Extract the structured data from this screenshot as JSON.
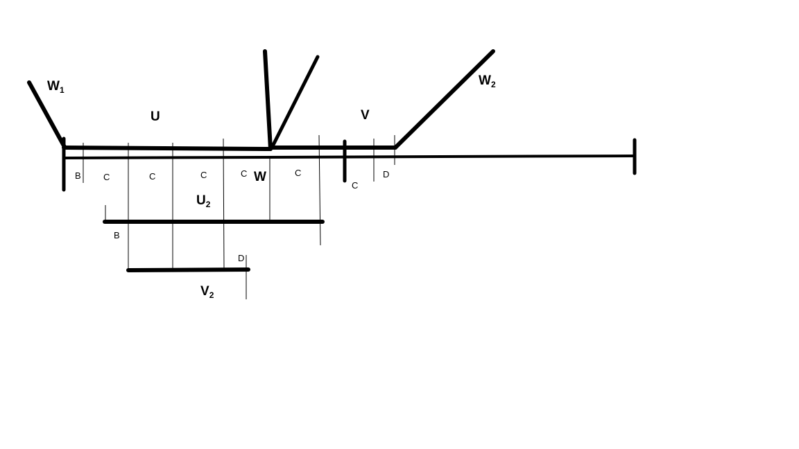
{
  "diagram": {
    "labels": {
      "w1": "W",
      "w1_sub": "1",
      "w2": "W",
      "w2_sub": "2",
      "u": "U",
      "v": "V",
      "w": "W",
      "u2": "U",
      "u2_sub": "2",
      "v2": "V",
      "v2_sub": "2"
    },
    "segment_marks": {
      "top_row": [
        "B",
        "C",
        "C",
        "C",
        "C",
        "C",
        "C",
        "D"
      ],
      "u2_start": "B",
      "v2_end": "D"
    },
    "colors": {
      "stroke": "#000000",
      "background": "#ffffff"
    }
  }
}
